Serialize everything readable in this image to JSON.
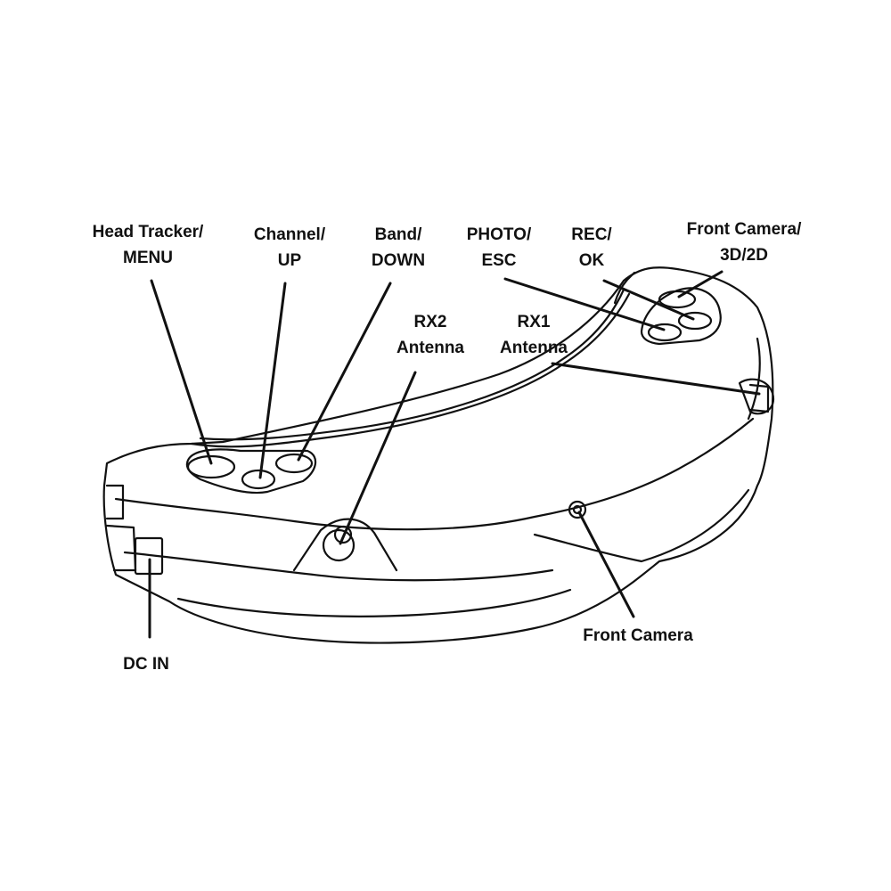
{
  "labels": {
    "head_tracker": [
      "Head Tracker/",
      "MENU"
    ],
    "channel": [
      "Channel/",
      "UP"
    ],
    "band": [
      "Band/",
      "DOWN"
    ],
    "photo": [
      "PHOTO/",
      "ESC"
    ],
    "rec": [
      "REC/",
      "OK"
    ],
    "front_camera_3d": [
      "Front Camera/",
      "3D/2D"
    ],
    "rx2": [
      "RX2",
      "Antenna"
    ],
    "rx1": [
      "RX1",
      "Antenna"
    ],
    "front_camera": [
      "Front Camera"
    ],
    "dc_in": [
      "DC IN"
    ]
  }
}
